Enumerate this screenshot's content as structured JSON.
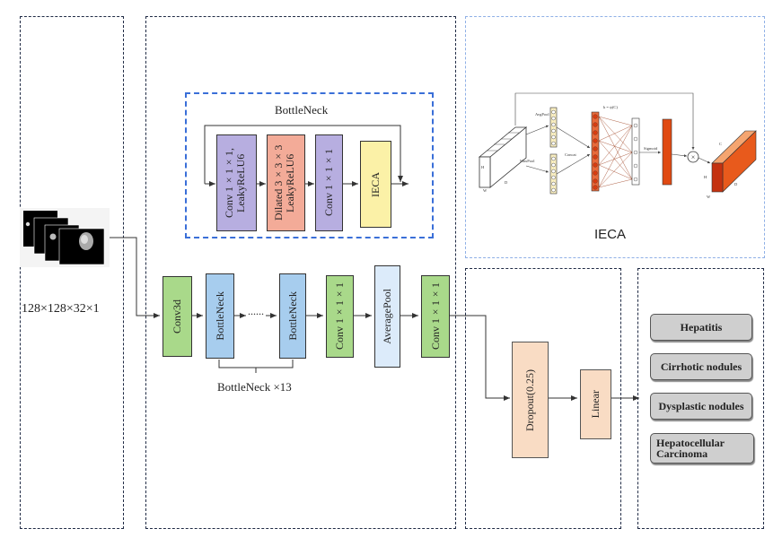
{
  "input": {
    "dims_label": "128×128×32×1"
  },
  "bottleneck_detail": {
    "title": "BottleNeck",
    "blocks": [
      "Conv 1×1×1, LeakyReLU6",
      "Dilated 3×3×3 LeakyReLU6",
      "Conv 1×1×1",
      "IECA"
    ]
  },
  "main_pipeline": {
    "conv3d": "Conv3d",
    "bottleneck_a": "BottleNeck",
    "ellipsis": "......",
    "bottleneck_b": "BottleNeck",
    "conv_1": "Conv 1×1×1",
    "avgpool": "AveragePool",
    "conv_2": "Conv 1×1×1",
    "repeat_label": "BottleNeck ×13"
  },
  "ieca": {
    "label": "IECA",
    "small_labels": [
      "AvgPool",
      "MaxPool",
      "Concat",
      "k = ψ(C)",
      "Sigmoid",
      "H",
      "W",
      "C",
      "D"
    ],
    "colors": {
      "feature": "#ffffff",
      "output_feature": "#e85a1c",
      "node": "#e04a12",
      "sigmoid": "#e04a12"
    }
  },
  "classifier": {
    "dropout": "Dropout(0.25)",
    "linear": "Linear"
  },
  "outputs": [
    "Hepatitis",
    "Cirrhotic nodules",
    "Dysplastic nodules",
    "Hepatocellular Carcinoma"
  ]
}
